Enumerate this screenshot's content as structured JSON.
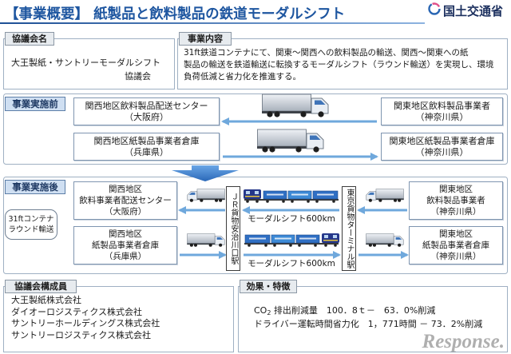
{
  "header": {
    "title": "【事業概要】 紙製品と飲料製品の鉄道モーダルシフト",
    "ministry": "国土交通省"
  },
  "council": {
    "label": "協議会名",
    "lines": [
      "大王製紙・サントリーモーダルシフト",
      "協議会"
    ]
  },
  "business": {
    "label": "事業内容",
    "lines": [
      "31ft鉄道コンテナにて、関東～関西への飲料製品の輸送、関西～関東への紙",
      "製品の輸送を鉄道輸送に転換するモーダルシフト（ラウンド輸送）を実現し、環境",
      "負荷低減と省力化を推進する。"
    ]
  },
  "before": {
    "label": "事業実施前",
    "kansai_beverage": [
      "関西地区飲料製品配送センター",
      "（大阪府）"
    ],
    "kanto_beverage": [
      "関東地区飲料製品事業者",
      "（神奈川県）"
    ],
    "kansai_paper": [
      "関西地区紙製品事業者倉庫",
      "（兵庫県）"
    ],
    "kanto_paper": [
      "関東地区紙製品事業者倉庫",
      "（神奈川県）"
    ]
  },
  "after": {
    "label": "事業実施後",
    "round_trip": [
      "31ftコンテナ",
      "ラウンド輸送"
    ],
    "kansai_beverage": [
      "関西地区",
      "飲料事業者配送センター",
      "（大阪府）"
    ],
    "kansai_paper": [
      "関西地区",
      "紙製品事業者倉庫",
      "（兵庫県）"
    ],
    "kanto_beverage": [
      "関東地区",
      "飲料製品事業者",
      "（神奈川県）"
    ],
    "kanto_paper": [
      "関東地区",
      "紙製品事業者倉庫",
      "（神奈川県）"
    ],
    "west_station": "ＪＲ貨物安治川口駅",
    "east_station": "東京貨物ターミナル駅",
    "shift_top": "モーダルシフト600km",
    "shift_bottom": "モーダルシフト600km"
  },
  "members": {
    "label": "協議会構成員",
    "items": [
      "大王製紙株式会社",
      "ダイオーロジスティクス株式会社",
      "サントリーホールディングス株式会社",
      "サントリーロジスティクス株式会社"
    ]
  },
  "effects": {
    "label": "効果・特徴",
    "co2_prefix": "CO",
    "co2_subscript": "2",
    "co2_text": " 排出削減量　100．8ｔ－　63．0%削減",
    "driver_text": "ドライバー運転時間省力化　1，771時間 － 73．2%削減"
  },
  "watermark": "Response.",
  "icons": {
    "logo": "mlit-logo-icon",
    "truck": "truck-icon",
    "train": "freight-train-icon",
    "flow": "down-arrow-icon"
  },
  "colors": {
    "title": "#1e56a0",
    "ministry": "#1b2f5e",
    "arrow": "#6fa8dc",
    "section": "#1f3a64"
  }
}
